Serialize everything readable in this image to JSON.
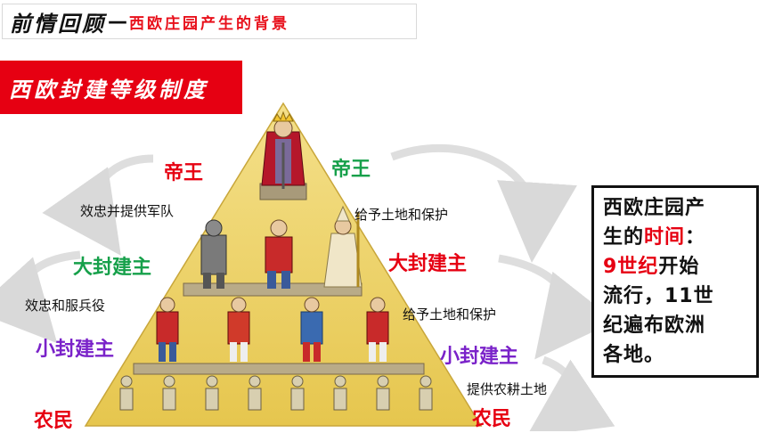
{
  "header": {
    "title": "前情回顾",
    "dash": "—",
    "subtitle": "西欧庄园产生的背景"
  },
  "banner": {
    "text": "西欧封建等级制度"
  },
  "pyramid": {
    "fill_color": "#eed66a",
    "left_levels": [
      "帝王",
      "大封建主",
      "小封建主",
      "农民"
    ],
    "right_levels": [
      "帝王",
      "大封建主",
      "小封建主",
      "农民"
    ],
    "upward_duties": [
      "效忠并提供军队",
      "效忠和服兵役"
    ],
    "downward_grants": [
      "给予土地和保护",
      "给予土地和保护",
      "提供农耕土地"
    ]
  },
  "info_box": {
    "line1": "西欧庄园产",
    "line2_a": "生的",
    "line2_hl": "时间",
    "line2_b": "：",
    "line3_hl": "9世纪",
    "line3_b": "开始",
    "line4": "流行，11世",
    "line5": "纪遍布欧洲",
    "line6": "各地。"
  },
  "colors": {
    "red": "#e60012",
    "green": "#16a04a",
    "purple": "#7a22c9"
  }
}
